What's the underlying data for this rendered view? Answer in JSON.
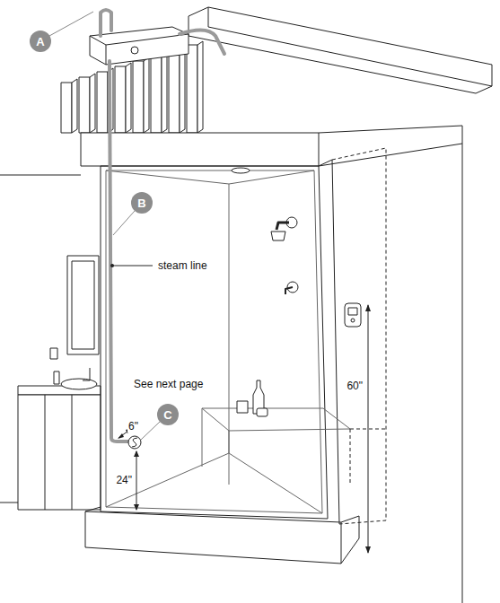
{
  "diagram": {
    "nodes": [
      {
        "text": [
          "A"
        ]
      },
      {
        "text": [
          "B"
        ]
      },
      {
        "text": [
          "C"
        ]
      }
    ],
    "labels": [
      "steam line",
      "See next page",
      "6\"",
      "24\"",
      "60\""
    ]
  }
}
